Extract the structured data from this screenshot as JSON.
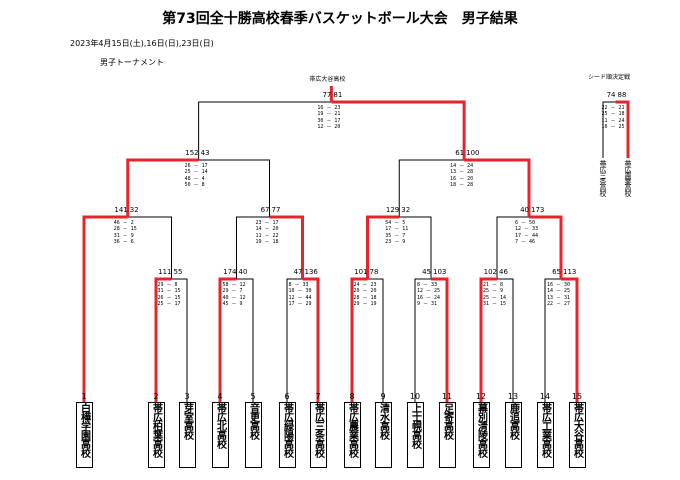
{
  "title": "第73回全十勝高校春季バスケットボール大会　男子結果",
  "date": "2023年4月15日(土),16日(日),23日(日)",
  "section": "男子トーナメント",
  "colors": {
    "win": "#e8232b",
    "line": "#000000"
  },
  "teams": [
    {
      "seed": "1",
      "name": "白樺学園高校"
    },
    {
      "seed": "2",
      "name": "帯広柏葉高校"
    },
    {
      "seed": "3",
      "name": "芽室高校"
    },
    {
      "seed": "4",
      "name": "帯広北高校"
    },
    {
      "seed": "5",
      "name": "音更高校"
    },
    {
      "seed": "6",
      "name": "帯広緑陽高校"
    },
    {
      "seed": "7",
      "name": "帯広三条高校"
    },
    {
      "seed": "8",
      "name": "帯広農業高校"
    },
    {
      "seed": "9",
      "name": "清水高校"
    },
    {
      "seed": "10",
      "name": "上士幌高校"
    },
    {
      "seed": "11",
      "name": "足寄高校"
    },
    {
      "seed": "12",
      "name": "幕別清陵高校"
    },
    {
      "seed": "13",
      "name": "鹿追高校"
    },
    {
      "seed": "14",
      "name": "帯広工業高校"
    },
    {
      "seed": "15",
      "name": "帯広大谷高校"
    }
  ],
  "matches": {
    "r1": [
      {
        "left": "111",
        "right": "55",
        "quarters": "29 － 8\n31 － 15\n26 － 15\n25 － 17"
      },
      {
        "left": "174",
        "right": "40",
        "quarters": "58 － 12\n29 － 7\n40 － 12\n45 － 9"
      },
      {
        "left": "47",
        "right": "136",
        "quarters": "8 － 33\n10 － 30\n12 － 44\n17 － 29"
      },
      {
        "left": "101",
        "right": "78",
        "quarters": "24 － 23\n20 － 20\n28 － 18\n29 － 19"
      },
      {
        "left": "45",
        "right": "103",
        "quarters": "8 － 33\n12 － 25\n16 － 24\n9 － 31"
      },
      {
        "left": "102",
        "right": "46",
        "quarters": "21 － 8\n25 － 9\n25 － 14\n31 － 15"
      },
      {
        "left": "65",
        "right": "113",
        "quarters": "16 － 30\n14 － 25\n13 － 31\n22 － 27"
      }
    ],
    "r2": [
      {
        "left": "141",
        "right": "32",
        "quarters": "46 － 2\n28 － 15\n31 － 9\n36 － 6"
      },
      {
        "left": "67",
        "right": "77",
        "quarters": "23 － 17\n14 － 20\n11 － 22\n19 － 18"
      },
      {
        "left": "129",
        "right": "32",
        "quarters": "54 － 5\n17 － 11\n35 － 7\n23 － 9"
      },
      {
        "left": "40",
        "right": "173",
        "quarters": "6 － 50\n12 － 33\n17 － 44\n7 － 46"
      }
    ],
    "semis": [
      {
        "left": "152",
        "right": "43",
        "quarters": "26 － 17\n25 － 14\n48 － 4\n50 － 8"
      },
      {
        "left": "61",
        "right": "100",
        "quarters": "14 － 24\n13 － 28\n16 － 20\n18 － 28"
      }
    ],
    "final": {
      "left": "77",
      "right": "81",
      "quarters": "16 － 23\n19 － 21\n30 － 17\n12 － 20"
    }
  },
  "champion": "帯広大谷高校",
  "seed_playoff": {
    "title": "シード順決定戦",
    "left": "74",
    "right": "88",
    "quarters": "22 － 21\n25 － 18\n11 － 24\n16 － 25",
    "left_team": "帯広三条高校",
    "right_team": "帯広農業高校"
  }
}
